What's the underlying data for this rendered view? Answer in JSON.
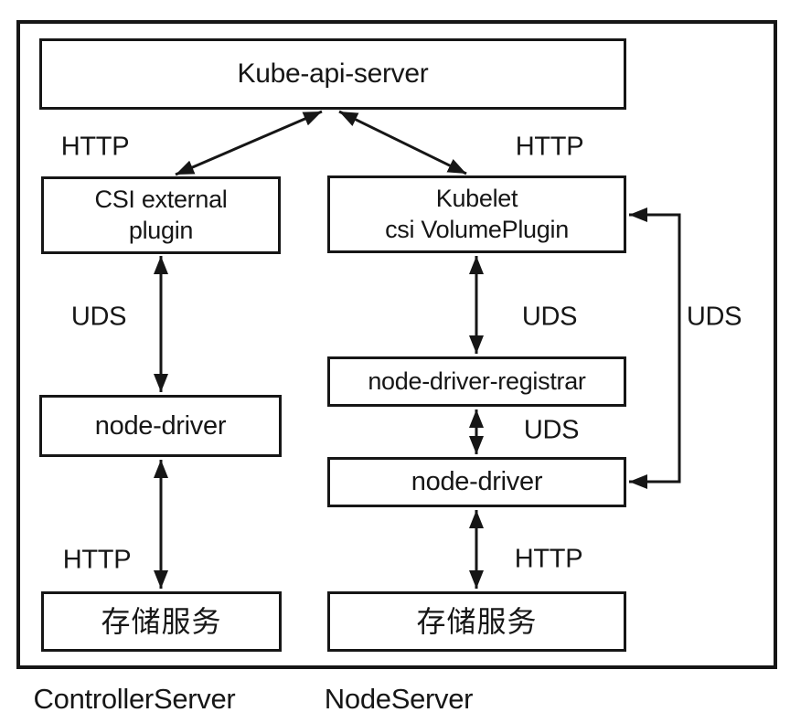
{
  "colors": {
    "line": "#161616",
    "background": "#ffffff"
  },
  "nodes": {
    "kube_api_server": {
      "label": "Kube-api-server"
    },
    "csi_external_plugin": {
      "line1": "CSI external",
      "line2": "plugin"
    },
    "kubelet": {
      "line1": "Kubelet",
      "line2": "csi VolumePlugin"
    },
    "node_driver_registrar": {
      "label": "node-driver-registrar"
    },
    "node_driver_controller": {
      "label": "node-driver"
    },
    "node_driver_node": {
      "label": "node-driver"
    },
    "storage_service_controller": {
      "label": "存储服务"
    },
    "storage_service_node": {
      "label": "存储服务"
    }
  },
  "edge_labels": {
    "http_api_to_csi_plugin": "HTTP",
    "http_api_to_kubelet": "HTTP",
    "uds_plugin_to_driver": "UDS",
    "uds_kubelet_to_registrar": "UDS",
    "uds_kubelet_to_driver": "UDS",
    "uds_registrar_to_driver": "UDS",
    "http_driver_to_storage_controller": "HTTP",
    "http_driver_to_storage_node": "HTTP"
  },
  "footer": {
    "controller_server": "ControllerServer",
    "node_server": "NodeServer"
  }
}
